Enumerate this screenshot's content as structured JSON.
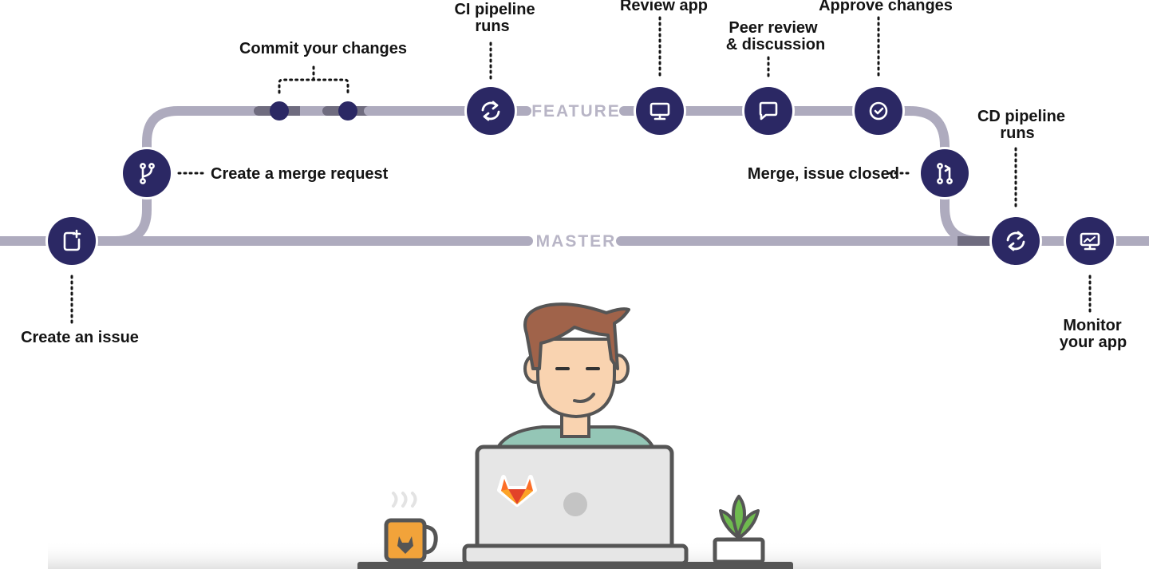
{
  "colors": {
    "track": "#aeabbe",
    "track_dark": "#6f6c7f",
    "node": "#2b2864",
    "node_ring": "#ffffff",
    "commit_dot": "#2b2864",
    "text": "#141414",
    "branch_label": "#b8b5c6",
    "hair": "#a0634a",
    "skin": "#f9d3b0",
    "shirt": "#94c6b6",
    "laptop": "#e6e6e6",
    "outline": "#555555",
    "mug": "#f2a33a",
    "plant": "#6fba4f"
  },
  "branches": {
    "feature": "FEATURE",
    "master": "MASTER"
  },
  "steps": {
    "create_issue": {
      "label": "Create an issue",
      "icon": "issue-icon"
    },
    "merge_request": {
      "label": "Create a merge request",
      "icon": "branch-icon"
    },
    "commit": {
      "label": "Commit your changes",
      "icon": "commit-dot"
    },
    "ci_pipeline": {
      "line1": "CI pipeline",
      "line2": "runs",
      "icon": "refresh-icon"
    },
    "review_app": {
      "label": "Review app",
      "icon": "monitor-icon"
    },
    "peer_review": {
      "line1": "Peer review",
      "line2": "& discussion",
      "icon": "comment-icon"
    },
    "approve": {
      "label": "Approve changes",
      "icon": "check-circle-icon"
    },
    "merge_closed": {
      "label": "Merge, issue closed",
      "icon": "merge-icon"
    },
    "cd_pipeline": {
      "line1": "CD pipeline",
      "line2": "runs",
      "icon": "refresh-icon"
    },
    "monitor": {
      "line1": "Monitor",
      "line2": "your app",
      "icon": "monitor-chart-icon"
    }
  }
}
